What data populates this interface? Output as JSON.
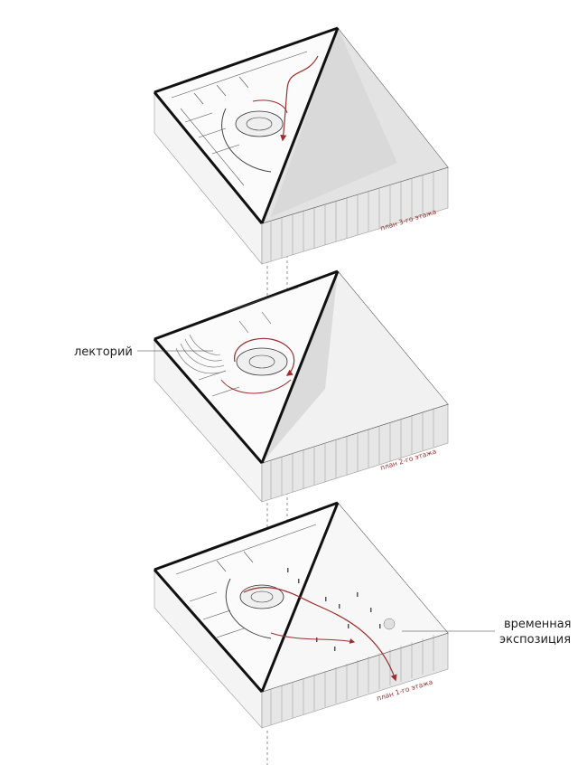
{
  "diagram": {
    "callouts": {
      "lecture_hall": "лекторий",
      "temp_exhibition_line1": "временная",
      "temp_exhibition_line2": "экспозиция"
    },
    "floors": [
      {
        "label": "план 3-го этажа"
      },
      {
        "label": "план 2-го этажа"
      },
      {
        "label": "план 1-го этажа"
      }
    ],
    "colors": {
      "route_arrow": "#9b2f2f",
      "label_text": "#9b2f2f",
      "outline": "#111111",
      "shade": "#dcdcdc"
    }
  }
}
